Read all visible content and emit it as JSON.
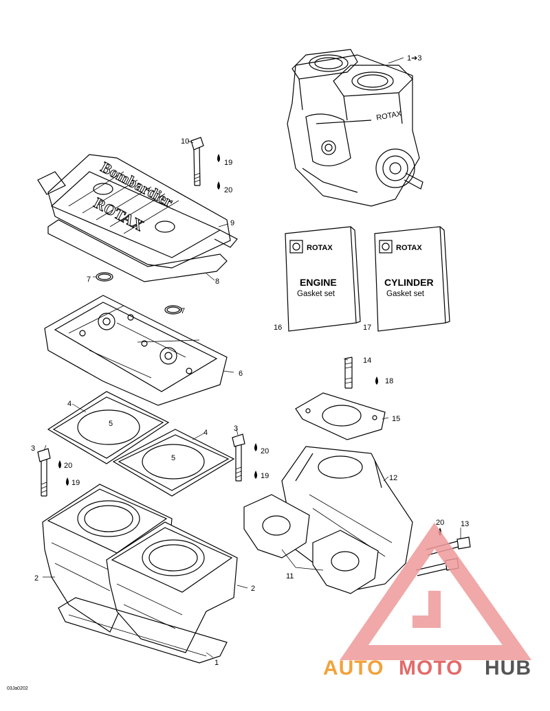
{
  "callouts": {
    "c1_3": "1➔3",
    "c10": "10",
    "c19a": "19",
    "c20a": "20",
    "c9": "9",
    "c7a": "7",
    "c8": "8",
    "c7b": "7",
    "c6": "6",
    "c16": "16",
    "c17": "17",
    "c14": "14",
    "c18": "18",
    "c15": "15",
    "c4a": "4",
    "c5a": "5",
    "c4b": "4",
    "c5b": "5",
    "c3a": "3",
    "c20b": "20",
    "c19b": "19",
    "c3b": "3",
    "c20c": "20",
    "c19c": "19",
    "c12": "12",
    "c20d": "20",
    "c13": "13",
    "c11": "11",
    "c2a": "2",
    "c2b": "2",
    "c1": "1"
  },
  "gasket_boxes": [
    {
      "brand": "ROTAX",
      "title": "ENGINE",
      "subtitle": "Gasket set"
    },
    {
      "brand": "ROTAX",
      "title": "CYLINDER",
      "subtitle": "Gasket set"
    }
  ],
  "head_lettering": {
    "top": "Bombardier",
    "bottom": "ROTAX"
  },
  "engine_lettering": "ROTAX",
  "figure_ref": "03Ja0202",
  "watermark": {
    "part1": "AUTO",
    "part2": "MOTO",
    "part3": "HUB",
    "color1": "#f2a23a",
    "color2": "#e46a6a",
    "color3": "#555555"
  }
}
